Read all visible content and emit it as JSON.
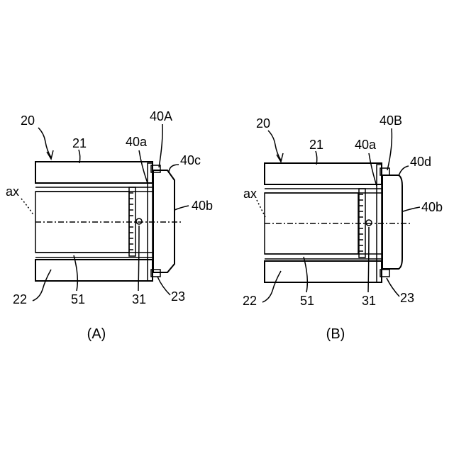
{
  "figure_A": {
    "caption": "(A)",
    "labels": {
      "assembly": "20",
      "outer_tube": "21",
      "inner_tube": "22",
      "seal": "23",
      "core": "51",
      "pin": "31",
      "cap": "40A",
      "cap_inner": "40a",
      "cap_outer": "40b",
      "cap_corner": "40c",
      "axis": "ax"
    }
  },
  "figure_B": {
    "caption": "(B)",
    "labels": {
      "assembly": "20",
      "outer_tube": "21",
      "inner_tube": "22",
      "seal": "23",
      "core": "51",
      "pin": "31",
      "cap": "40B",
      "cap_inner": "40a",
      "cap_outer": "40b",
      "cap_corner": "40d",
      "axis": "ax"
    }
  },
  "colors": {
    "line": "#000000",
    "background": "#ffffff"
  }
}
